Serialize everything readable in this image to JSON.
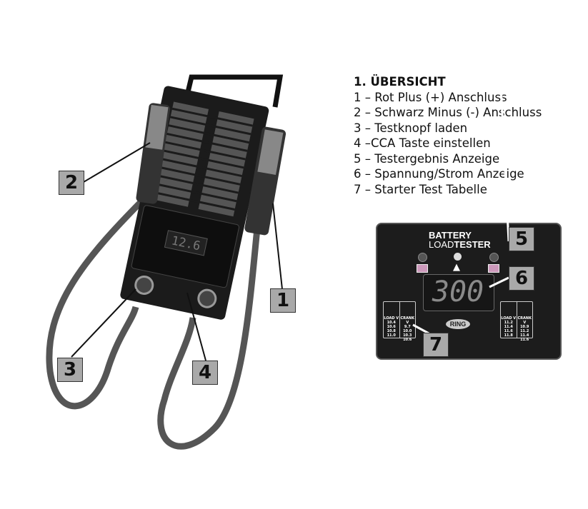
{
  "legend": {
    "title": "1. ÜBERSICHT",
    "items": [
      "1 – Rot Plus (+) Anschluss",
      "2 – Schwarz Minus (-) Anschluss",
      "3 – Testknopf laden",
      "4 –CCA Taste einstellen",
      "5 – Testergebnis Anzeige",
      "6 – Spannung/Strom Anzeige",
      "7 – Starter Test Tabelle"
    ]
  },
  "callouts": {
    "c1": "1",
    "c2": "2",
    "c3": "3",
    "c4": "4",
    "c5": "5",
    "c6": "6",
    "c7": "7"
  },
  "device": {
    "display": "12.6"
  },
  "panel": {
    "brand_line1": "BATTERY",
    "brand_load": "LOAD",
    "brand_tester": "TESTER",
    "display": "300",
    "logo": "RING",
    "left_table": {
      "load_header": "LOAD V",
      "crank_header": "CRANK V",
      "load": [
        "10.4",
        "10.6",
        "10.8",
        "11.0"
      ],
      "crank": [
        "9.7",
        "10.0",
        "10.3",
        "10.6"
      ]
    },
    "right_table": {
      "load_header": "LOAD V",
      "crank_header": "CRANK V",
      "load": [
        "11.2",
        "11.4",
        "11.6",
        "11.8"
      ],
      "crank": [
        "10.9",
        "11.2",
        "11.4",
        "11.6"
      ]
    }
  }
}
